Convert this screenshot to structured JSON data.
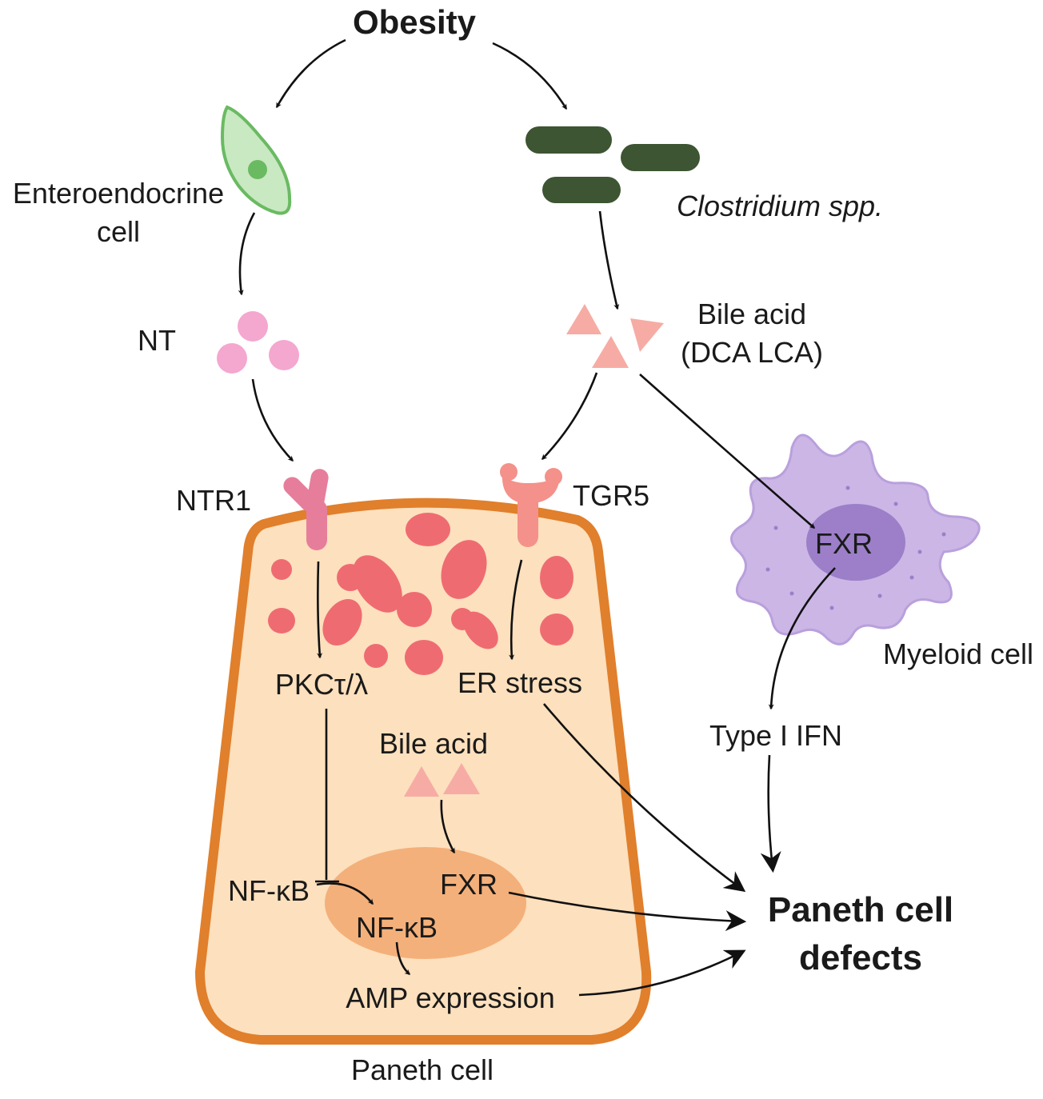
{
  "title": "Obesity",
  "labels": {
    "enteroendocrine_line1": "Enteroendocrine",
    "enteroendocrine_line2": "cell",
    "clostridium": "Clostridium spp.",
    "nt": "NT",
    "bile_acid_top_line1": "Bile acid",
    "bile_acid_top_line2": "(DCA  LCA)",
    "ntr1": "NTR1",
    "tgr5": "TGR5",
    "fxr_myeloid": "FXR",
    "myeloid_cell": "Myeloid cell",
    "pkc": "PKCτ/λ",
    "er_stress": "ER stress",
    "type_i_ifn": "Type I IFN",
    "bile_acid_inner": "Bile acid",
    "nfkb_outer": "NF-κB",
    "fxr_nucleus": "FXR",
    "nfkb_nucleus": "NF-κB",
    "amp_expression": "AMP expression",
    "outcome_line1": "Paneth cell",
    "outcome_line2": "defects",
    "paneth_cell": "Paneth cell"
  },
  "colors": {
    "paneth_cell_fill": "#fde0bd",
    "paneth_cell_border": "#e07f2c",
    "nucleus": "#f4b07a",
    "granule": "#ef6b72",
    "nt_particle": "#f4a7cf",
    "ntr1_receptor": "#e67e9b",
    "tgr5_receptor": "#f4918a",
    "bile_acid": "#f6aca4",
    "bacteria": "#3d5532",
    "enteroendocrine_fill": "#c9e9c2",
    "enteroendocrine_border": "#6aba62",
    "myeloid_fill": "#cbb6e6",
    "myeloid_nucleus": "#9c7fc8"
  }
}
